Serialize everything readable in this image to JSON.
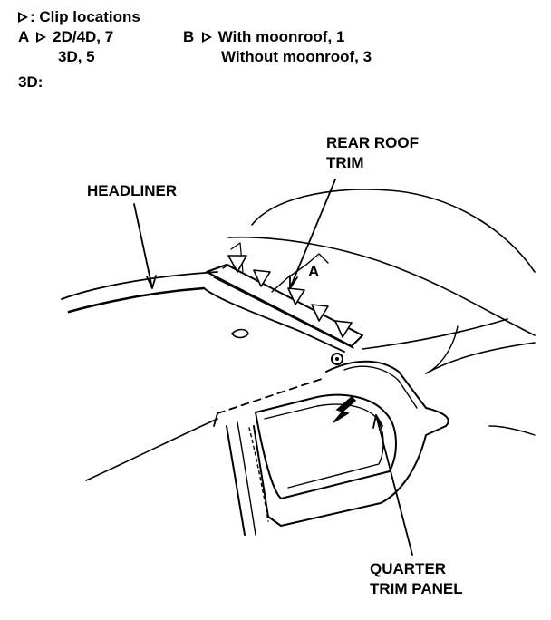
{
  "legend": {
    "clip_title": ": Clip locations",
    "a_letter": "A",
    "a_line1": "2D/4D, 7",
    "a_line2": "3D, 5",
    "b_letter": "B",
    "b_line1": "With moonroof, 1",
    "b_line2": "Without moonroof, 3",
    "variant": "3D:"
  },
  "callouts": {
    "rear_roof_trim_line1": "REAR ROOF",
    "rear_roof_trim_line2": "TRIM",
    "headliner": "HEADLINER",
    "clip_group": "A",
    "quarter_line1": "QUARTER",
    "quarter_line2": "TRIM PANEL"
  }
}
